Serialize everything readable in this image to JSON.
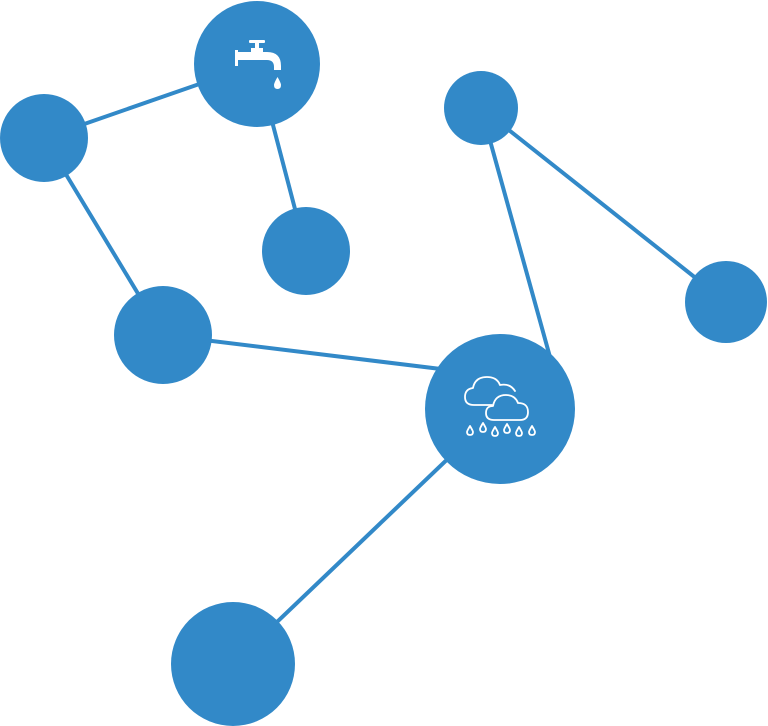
{
  "diagram": {
    "type": "network-graph",
    "colors": {
      "node": "#3289c8",
      "edge": "#3289c8",
      "icon": "#ffffff",
      "background": "#ffffff"
    },
    "nodes": [
      {
        "id": "faucet-node",
        "icon": "faucet-icon"
      },
      {
        "id": "left-node",
        "icon": ""
      },
      {
        "id": "middle-node",
        "icon": ""
      },
      {
        "id": "center-left-node",
        "icon": ""
      },
      {
        "id": "top-right-node",
        "icon": ""
      },
      {
        "id": "right-node",
        "icon": ""
      },
      {
        "id": "rain-node",
        "icon": "rain-clouds-icon"
      },
      {
        "id": "bottom-node",
        "icon": ""
      }
    ],
    "edges": [
      {
        "from": "faucet-node",
        "to": "left-node"
      },
      {
        "from": "faucet-node",
        "to": "middle-node"
      },
      {
        "from": "left-node",
        "to": "center-left-node"
      },
      {
        "from": "center-left-node",
        "to": "rain-node"
      },
      {
        "from": "top-right-node",
        "to": "rain-node"
      },
      {
        "from": "top-right-node",
        "to": "right-node"
      },
      {
        "from": "rain-node",
        "to": "bottom-node"
      }
    ]
  }
}
